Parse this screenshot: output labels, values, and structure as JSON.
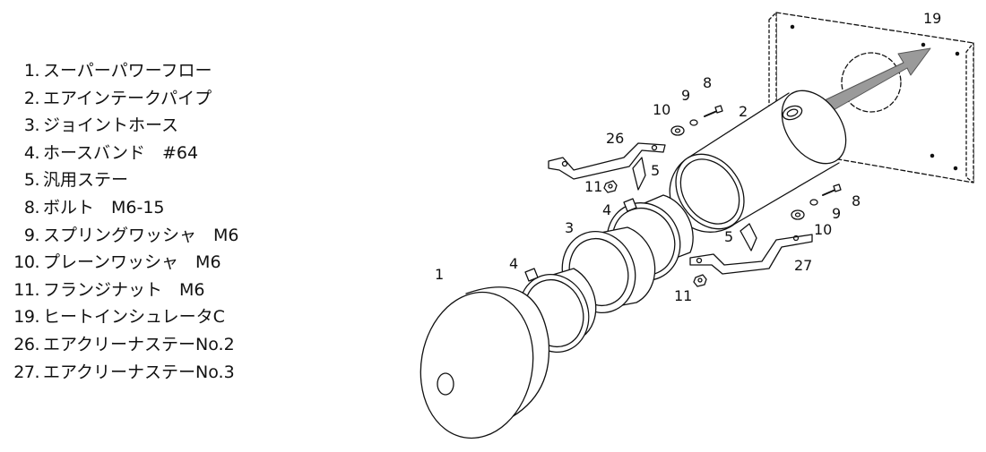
{
  "parts": [
    {
      "no": "1.",
      "name": "スーパーパワーフロー"
    },
    {
      "no": "2.",
      "name": "エアインテークパイプ"
    },
    {
      "no": "3.",
      "name": "ジョイントホース"
    },
    {
      "no": "4.",
      "name": "ホースバンド　#64"
    },
    {
      "no": "5.",
      "name": "汎用ステー"
    },
    {
      "no": "8.",
      "name": "ボルト　M6-15"
    },
    {
      "no": "9.",
      "name": "スプリングワッシャ　M6"
    },
    {
      "no": "10.",
      "name": "プレーンワッシャ　M6"
    },
    {
      "no": "11.",
      "name": "フランジナット　M6"
    },
    {
      "no": "19.",
      "name": "ヒートインシュレータC"
    },
    {
      "no": "26.",
      "name": "エアクリーナステーNo.2"
    },
    {
      "no": "27.",
      "name": "エアクリーナステーNo.3"
    }
  ],
  "callouts": {
    "c19": "19",
    "c8a": "8",
    "c9a": "9",
    "c10a": "10",
    "c2": "2",
    "c26": "26",
    "c5a": "5",
    "c11a": "11",
    "c4a": "4",
    "c3": "3",
    "c4b": "4",
    "c1": "1",
    "c8b": "8",
    "c9b": "9",
    "c10b": "10",
    "c5b": "5",
    "c27": "27",
    "c11b": "11"
  },
  "colors": {
    "line": "#111111",
    "fill": "#ffffff",
    "arrow": "#9a9a9a"
  }
}
